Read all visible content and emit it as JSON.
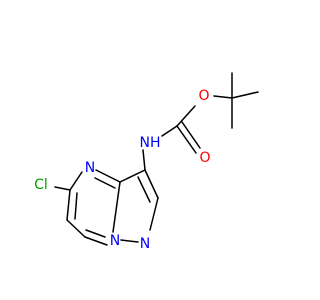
{
  "molecule": {
    "atoms": {
      "cl": {
        "label": "Cl",
        "color": "#00a000"
      },
      "n_ring_upper": {
        "label": "N",
        "color": "#0000ff"
      },
      "n_bridge": {
        "label": "N",
        "color": "#0000ff"
      },
      "n_pyrazole": {
        "label": "N",
        "color": "#0000ff"
      },
      "nh": {
        "label": "NH",
        "color": "#0000ff"
      },
      "o_ester": {
        "label": "O",
        "color": "#ff0000"
      },
      "o_carbonyl": {
        "label": "O",
        "color": "#ff0000"
      }
    },
    "bond_color": "#000000"
  }
}
